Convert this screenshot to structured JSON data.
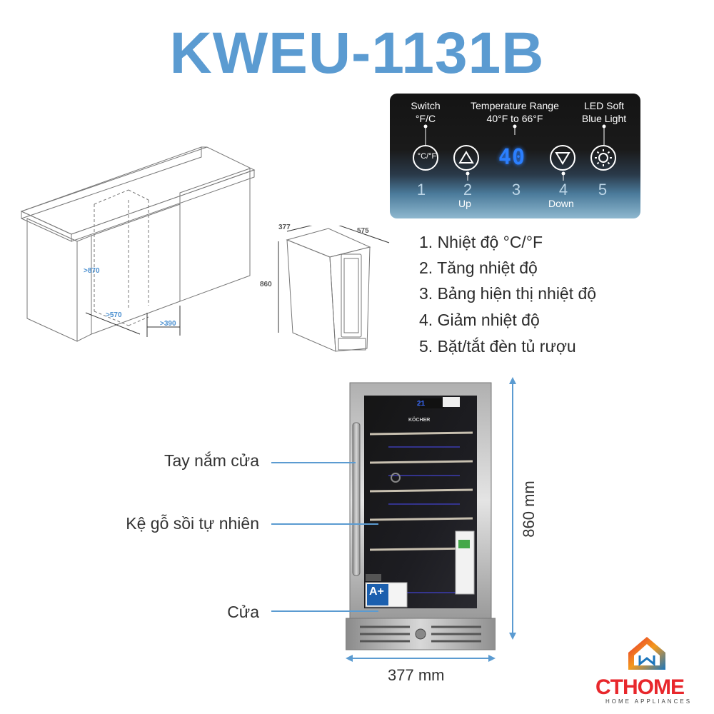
{
  "title": "KWEU-1131B",
  "panel": {
    "switch_label": "Switch",
    "switch_unit": "°F/C",
    "range_label": "Temperature Range",
    "range_value": "40°F to 66°F",
    "led_label": "LED Soft",
    "led_sub": "Blue Light",
    "display_value": "40",
    "unit_button": "°C/°F",
    "numbers": [
      "1",
      "2",
      "3",
      "4",
      "5"
    ],
    "up_label": "Up",
    "down_label": "Down"
  },
  "features": [
    "1. Nhiệt độ °C/°F",
    "2. Tăng nhiệt độ",
    "3. Bảng hiện thị nhiệt độ",
    "4. Giảm nhiệt độ",
    "5. Bặt/tắt đèn tủ rượu"
  ],
  "cabinet_dims": {
    "height": ">870",
    "depth": ">570",
    "width": ">390"
  },
  "fridge_dims": {
    "width": "377",
    "depth": "575",
    "height": "860"
  },
  "callouts": [
    "Tay nắm cửa",
    "Kệ gỗ sồi tự nhiên",
    "Cửa"
  ],
  "product_dims": {
    "height": "860 mm",
    "width": "377 mm"
  },
  "fridge_display": "21",
  "fridge_brand": "KÖCHER",
  "energy_label": "A+",
  "brand": {
    "name": "CTHOME",
    "tagline": "HOME APPLIANCES",
    "red": "#e8272c",
    "blue": "#1b75bb"
  },
  "colors": {
    "title": "#5b9bd1",
    "callout_line": "#5b9bd1"
  }
}
